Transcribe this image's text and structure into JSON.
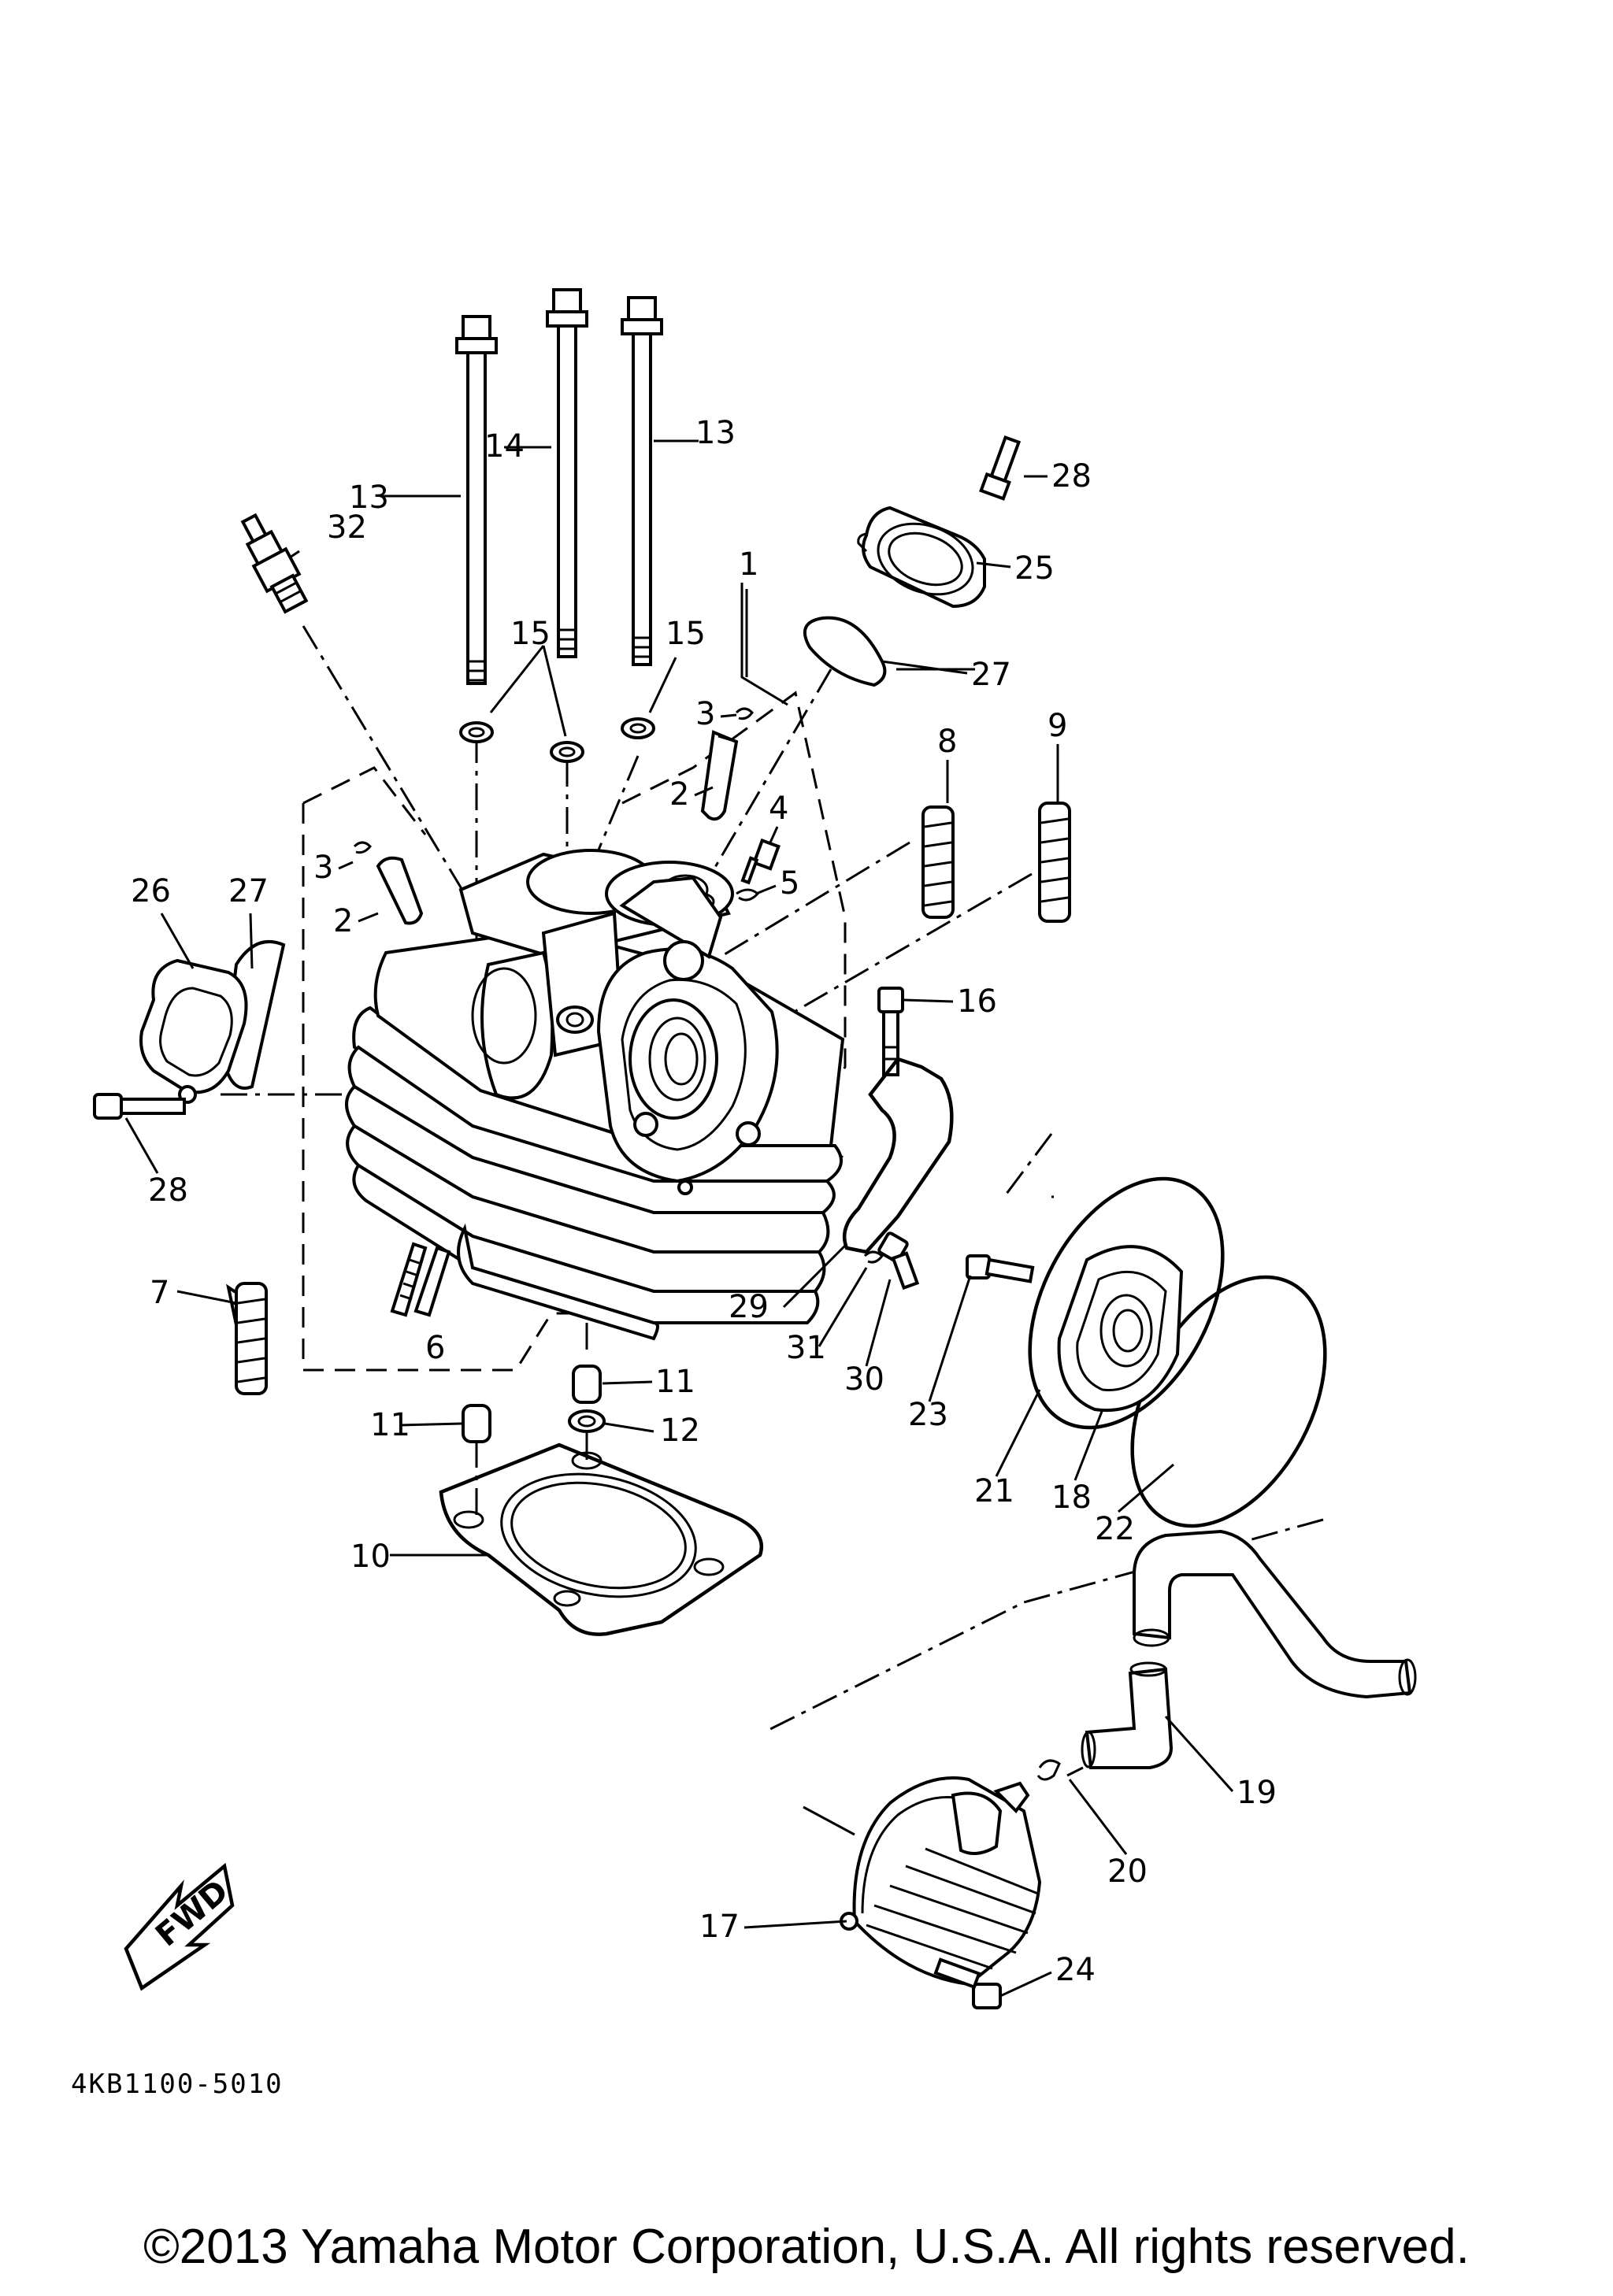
{
  "diagram_code": "4KB1100-5010",
  "copyright": "©2013 Yamaha Motor Corporation, U.S.A. All rights reserved.",
  "fwd_label": "FWD",
  "callouts": [
    {
      "id": "c1",
      "text": "1"
    },
    {
      "id": "c2a",
      "text": "2"
    },
    {
      "id": "c2b",
      "text": "2"
    },
    {
      "id": "c3a",
      "text": "3"
    },
    {
      "id": "c3b",
      "text": "3"
    },
    {
      "id": "c4",
      "text": "4"
    },
    {
      "id": "c5",
      "text": "5"
    },
    {
      "id": "c6",
      "text": "6"
    },
    {
      "id": "c7",
      "text": "7"
    },
    {
      "id": "c8",
      "text": "8"
    },
    {
      "id": "c9",
      "text": "9"
    },
    {
      "id": "c10",
      "text": "10"
    },
    {
      "id": "c11a",
      "text": "11"
    },
    {
      "id": "c11b",
      "text": "11"
    },
    {
      "id": "c12",
      "text": "12"
    },
    {
      "id": "c13a",
      "text": "13"
    },
    {
      "id": "c13b",
      "text": "13"
    },
    {
      "id": "c14",
      "text": "14"
    },
    {
      "id": "c15a",
      "text": "15"
    },
    {
      "id": "c15b",
      "text": "15"
    },
    {
      "id": "c16",
      "text": "16"
    },
    {
      "id": "c17",
      "text": "17"
    },
    {
      "id": "c18",
      "text": "18"
    },
    {
      "id": "c19",
      "text": "19"
    },
    {
      "id": "c20",
      "text": "20"
    },
    {
      "id": "c21",
      "text": "21"
    },
    {
      "id": "c22",
      "text": "22"
    },
    {
      "id": "c23",
      "text": "23"
    },
    {
      "id": "c24",
      "text": "24"
    },
    {
      "id": "c25",
      "text": "25"
    },
    {
      "id": "c26",
      "text": "26"
    },
    {
      "id": "c27a",
      "text": "27"
    },
    {
      "id": "c27b",
      "text": "27"
    },
    {
      "id": "c28a",
      "text": "28"
    },
    {
      "id": "c28b",
      "text": "28"
    },
    {
      "id": "c29",
      "text": "29"
    },
    {
      "id": "c30",
      "text": "30"
    },
    {
      "id": "c31",
      "text": "31"
    },
    {
      "id": "c32",
      "text": "32"
    }
  ]
}
